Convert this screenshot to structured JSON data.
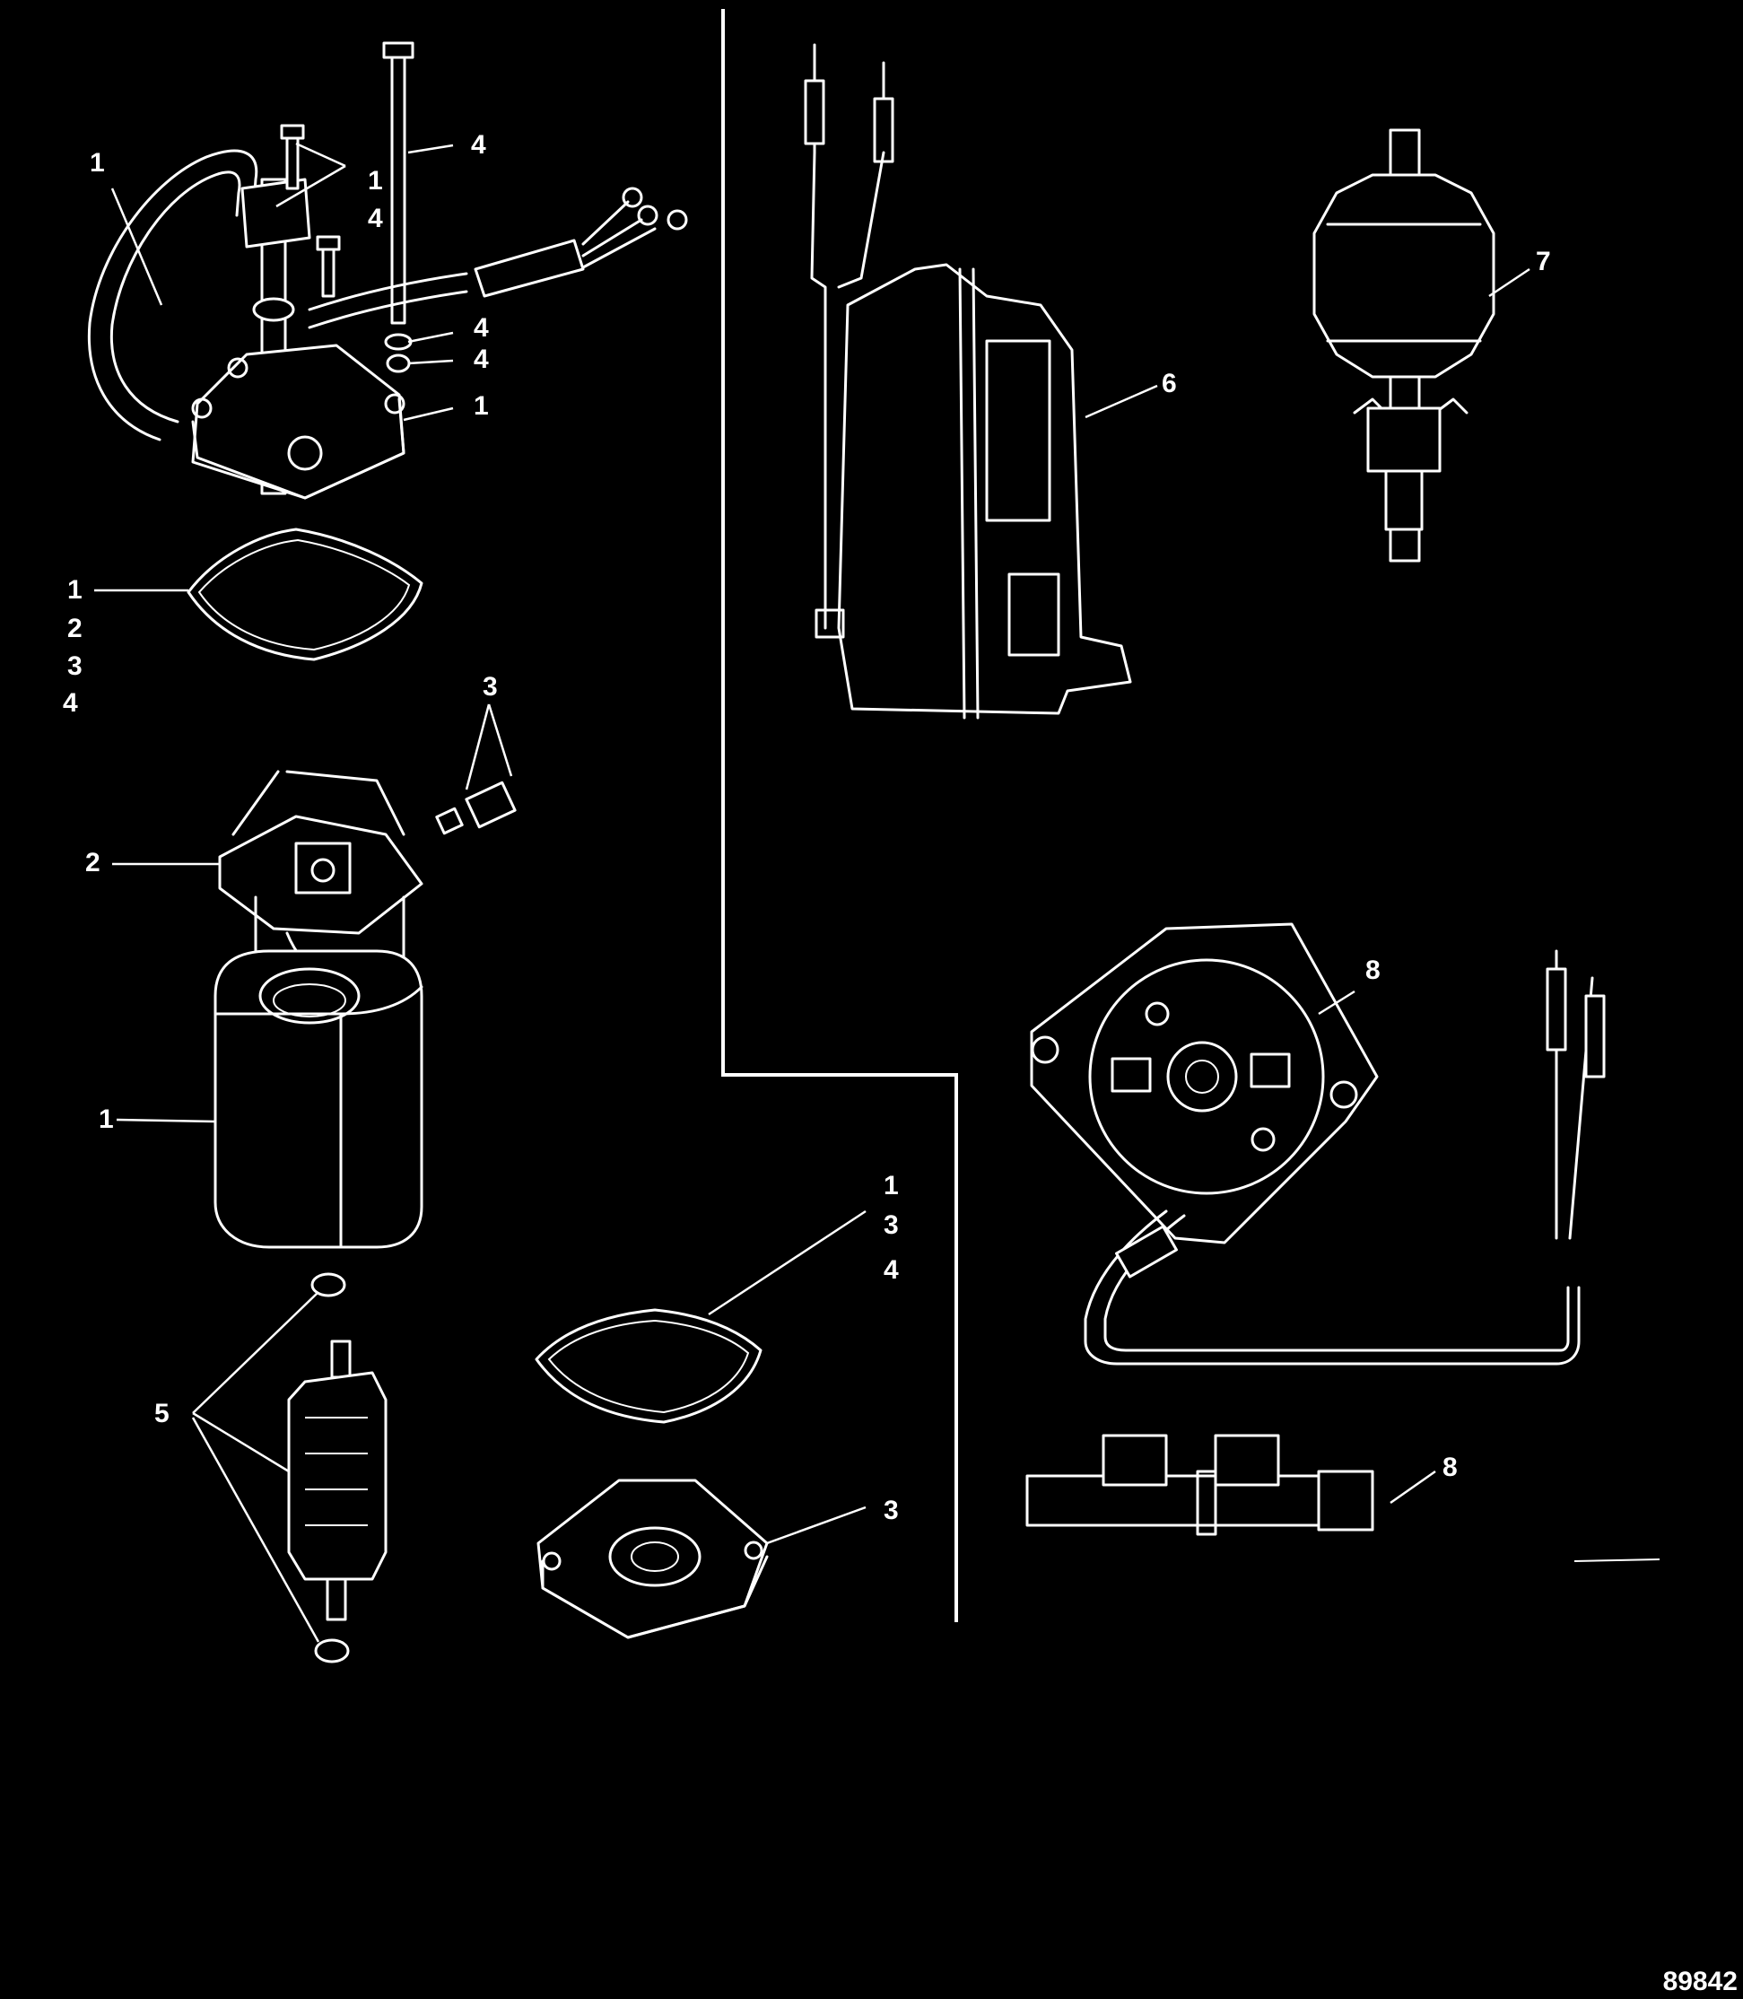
{
  "figure_id": "89842",
  "labels": {
    "top_left_hose": "1",
    "top_right_screw_a": "1",
    "top_right_screw_b": "4",
    "long_bolt": "4",
    "washer_a": "4",
    "washer_b": "4",
    "end_cap": "1",
    "seal_1": "1",
    "seal_2": "2",
    "seal_3": "3",
    "seal_4": "4",
    "brush_item": "3",
    "brush_plate": "2",
    "housing": "1",
    "armature": "5",
    "gasket_1": "1",
    "gasket_3": "3",
    "gasket_4": "4",
    "base_plate": "3",
    "motor_assembly": "6",
    "armature_7": "7",
    "brush_plate_8": "8",
    "connector_8": "8"
  }
}
